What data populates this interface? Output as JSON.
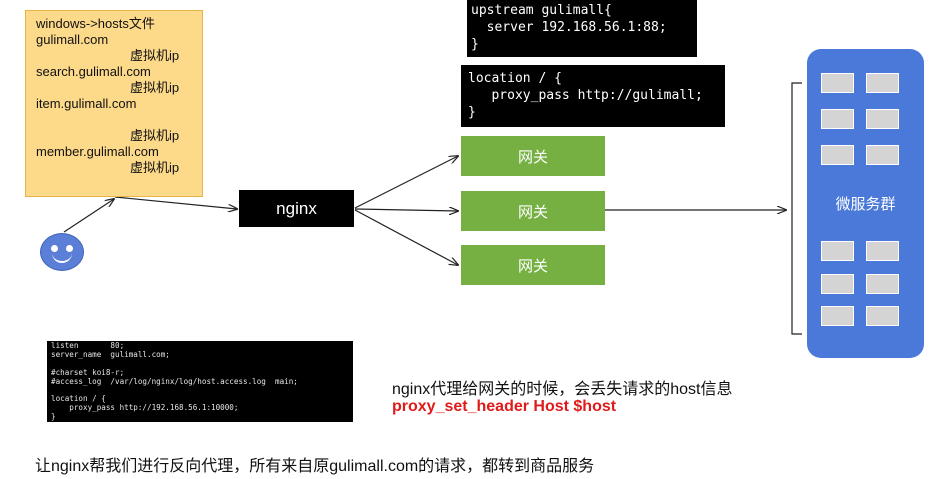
{
  "hosts_note": {
    "lines": [
      "windows->hosts文件",
      "gulimall.com",
      "虚拟机ip",
      "search.gulimall.com",
      "虚拟机ip",
      "item.gulimall.com",
      "虚拟机ip",
      "member.gulimall.com",
      "虚拟机ip"
    ]
  },
  "nginx_label": "nginx",
  "gateways": [
    "网关",
    "网关",
    "网关"
  ],
  "cluster_label": "微服务群",
  "upstream_code": "upstream gulimall{\n  server 192.168.56.1:88;\n}",
  "location_code": "location / {\n   proxy_pass http://gulimall;\n}",
  "server_code": "listen       80;\nserver_name  gulimall.com;\n\n#charset koi8-r;\n#access_log  /var/log/nginx/log/host.access.log  main;\n\nlocation / {\n    proxy_pass http://192.168.56.1:10000;\n}",
  "note_host": "nginx代理给网关的时候，会丢失请求的host信息",
  "note_header": "proxy_set_header Host $host",
  "bottom_caption": "让nginx帮我们进行反向代理，所有来自原gulimall.com的请求，都转到商品服务",
  "colors": {
    "note_bg": "#fdd98a",
    "gateway": "#76b043",
    "cluster": "#4a79d9",
    "smiley": "#5b7fd6",
    "highlight": "#e01b1b"
  }
}
